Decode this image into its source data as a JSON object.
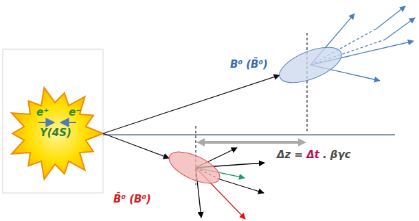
{
  "diagram": {
    "nodes": [
      {
        "text": [
          "e⁺",
          "e⁻",
          "Υ(4S)"
        ]
      },
      {
        "text": [
          "B⁰ (B̄⁰)"
        ]
      },
      {
        "text": [
          "B̄⁰ (B⁰)"
        ]
      }
    ],
    "edges": [
      {
        "from": 0,
        "to": 1,
        "arrow": "to"
      },
      {
        "from": 0,
        "to": 2,
        "arrow": "to"
      }
    ],
    "labels": [
      "Δz =",
      "Δt",
      ". βγc"
    ]
  }
}
